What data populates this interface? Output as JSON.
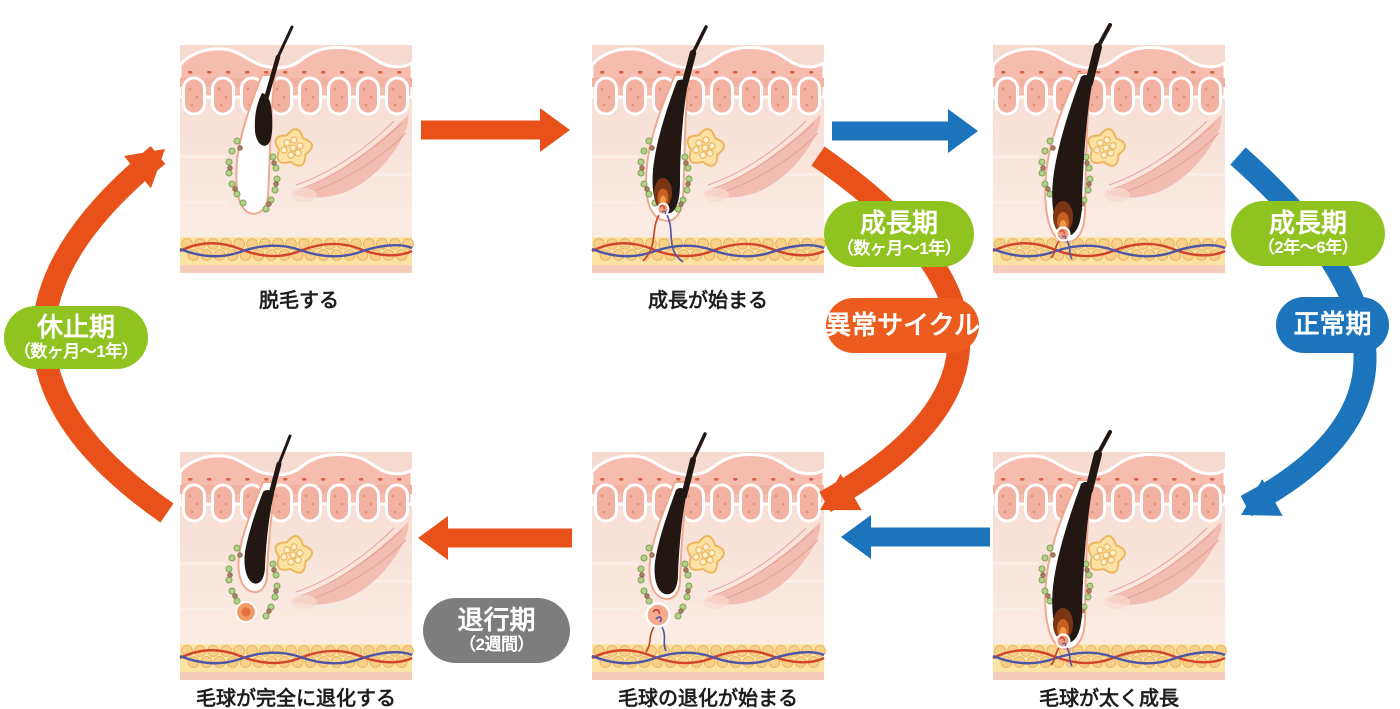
{
  "diagram_name": "hair-growth-cycle",
  "colors": {
    "arrow_orange": "#E8521A",
    "badge_orange": "#EB5C1E",
    "blue": "#1C75BC",
    "green": "#8FC31F",
    "gray": "#7D7D7D",
    "caption_text": "#1E1E1E"
  },
  "panels": [
    {
      "name": "shedding",
      "variant": "shed",
      "caption": "脱毛する"
    },
    {
      "name": "growth-begins",
      "variant": "early",
      "caption": "成長が始まる"
    },
    {
      "name": "growing-top-right",
      "variant": "full",
      "caption": ""
    },
    {
      "name": "bulb-grows-thick",
      "variant": "full",
      "caption": "毛球が太く成長"
    },
    {
      "name": "bulb-regression-starts",
      "variant": "regress",
      "caption": "毛球の退化が始まる"
    },
    {
      "name": "bulb-fully-regressed",
      "variant": "rest",
      "caption": "毛球が完全に退化する"
    }
  ],
  "badges": [
    {
      "name": "growth-phase-abnormal",
      "label": "成長期",
      "sub": "（数ヶ月～1年）",
      "color": "#8FC31F"
    },
    {
      "name": "abnormal-cycle",
      "label": "異常サイクル",
      "sub": "",
      "color": "#EB5C1E"
    },
    {
      "name": "growth-phase-normal",
      "label": "成長期",
      "sub": "（2年～6年）",
      "color": "#8FC31F"
    },
    {
      "name": "normal-phase",
      "label": "正常期",
      "sub": "",
      "color": "#1C75BC"
    },
    {
      "name": "regression-phase",
      "label": "退行期",
      "sub": "（2週間）",
      "color": "#7D7D7D"
    },
    {
      "name": "resting-phase",
      "label": "休止期",
      "sub": "（数ヶ月～1年）",
      "color": "#8FC31F"
    }
  ],
  "arrows": [
    {
      "name": "arrow-shed-to-growth-start",
      "color": "orange",
      "kind": "straight-right"
    },
    {
      "name": "arrow-growth-start-to-growing",
      "color": "blue",
      "kind": "straight-right"
    },
    {
      "name": "arrow-thick-to-regression",
      "color": "blue",
      "kind": "straight-left"
    },
    {
      "name": "arrow-regression-to-full",
      "color": "orange",
      "kind": "straight-left"
    },
    {
      "name": "arrow-resting-cycle",
      "color": "orange",
      "kind": "arc-left"
    },
    {
      "name": "arrow-abnormal-cycle",
      "color": "orange",
      "kind": "arc-middle"
    },
    {
      "name": "arrow-normal-cycle",
      "color": "blue",
      "kind": "arc-right"
    }
  ]
}
